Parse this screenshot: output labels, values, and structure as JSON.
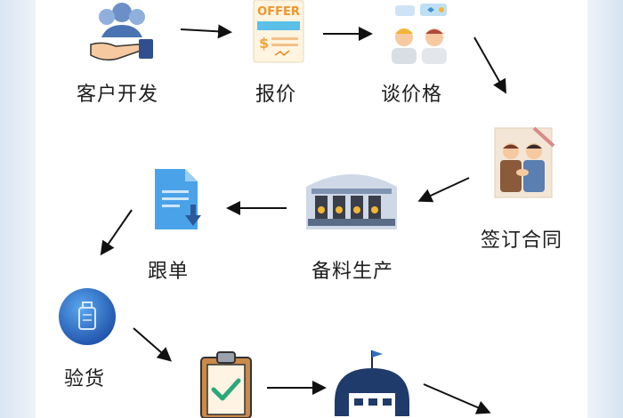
{
  "steps": {
    "customer_development": "客户开发",
    "quotation": "报价",
    "negotiate_price": "谈价格",
    "sign_contract": "签订合同",
    "material_production": "备料生产",
    "follow_order": "跟单",
    "inspection": "验货"
  },
  "icons": {
    "customer": "handshake-people-icon",
    "offer": "offer-document-icon",
    "negotiate": "two-people-chat-icon",
    "contract": "contract-signing-icon",
    "factory": "factory-production-icon",
    "document": "document-download-icon",
    "inspection": "suitcase-inspection-icon",
    "clipboard": "clipboard-check-icon",
    "warehouse": "warehouse-dome-icon"
  },
  "offer_text": "OFFER"
}
